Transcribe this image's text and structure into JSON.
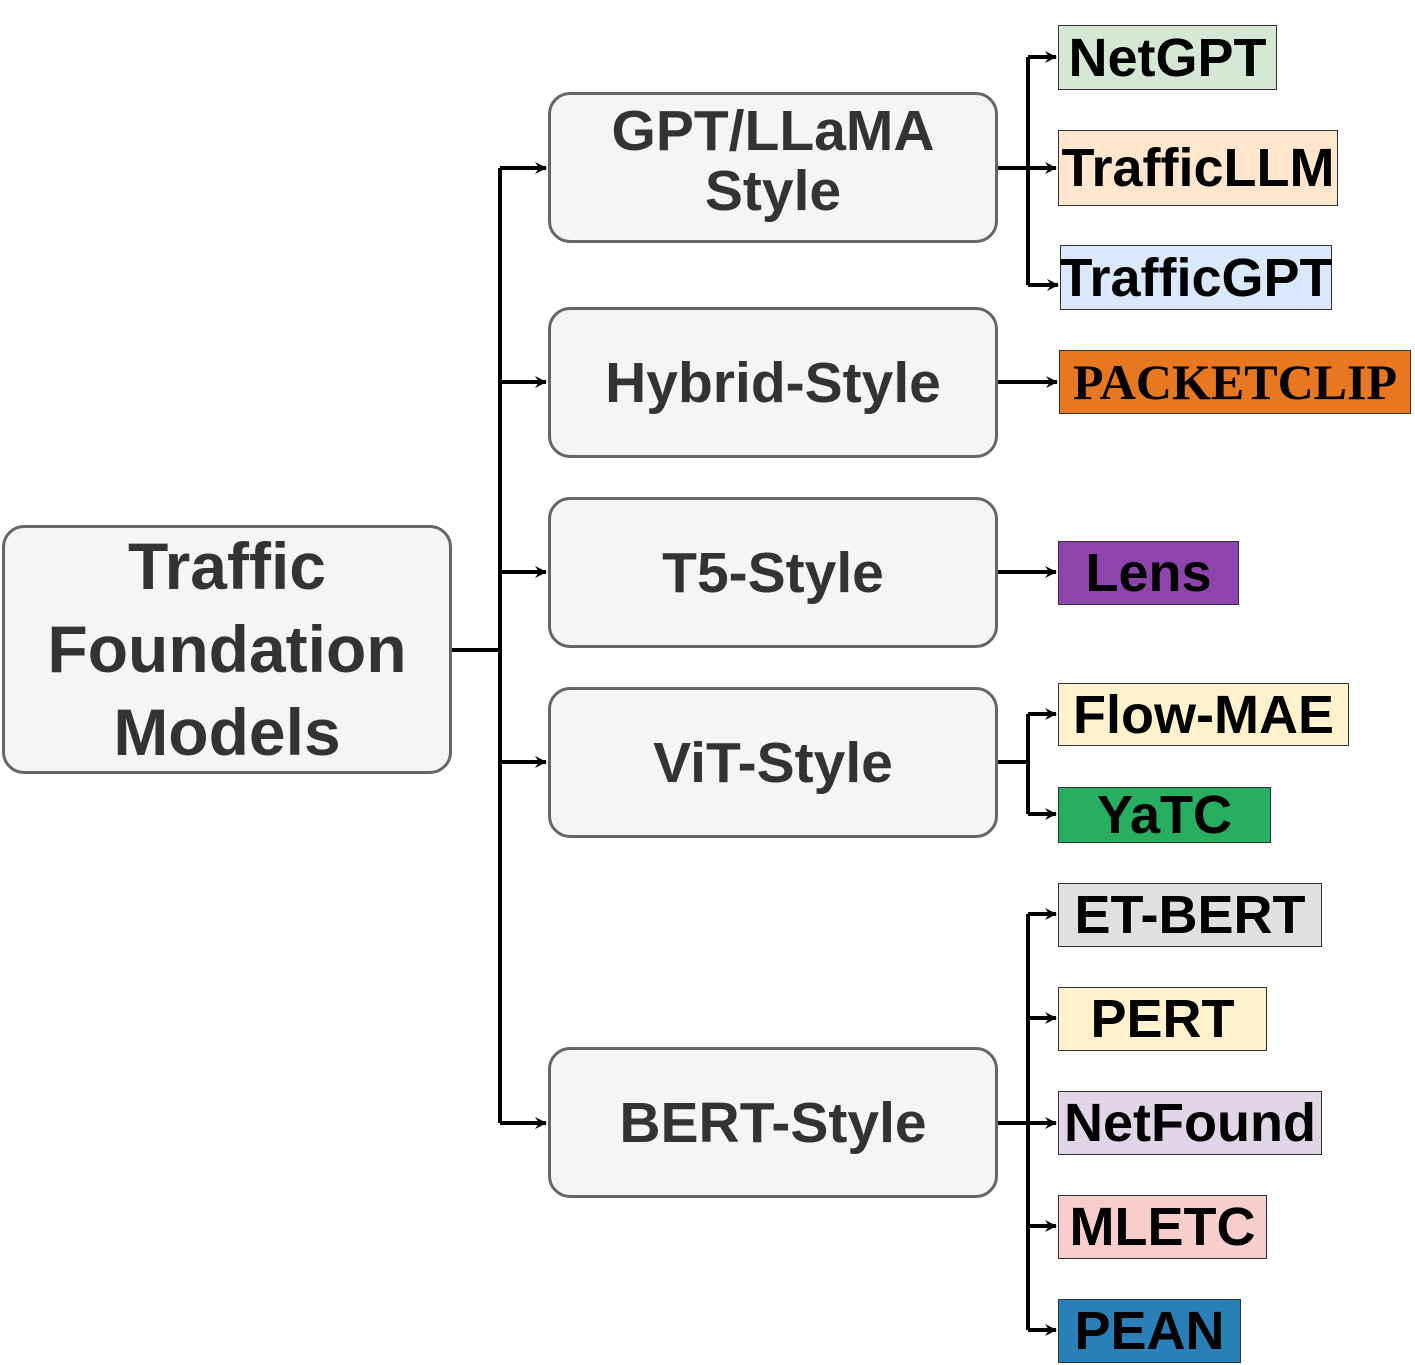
{
  "root": {
    "label": "Traffic\nFoundation\nModels"
  },
  "categories": [
    {
      "label": "GPT/LLaMA\nStyle"
    },
    {
      "label": "Hybrid-Style"
    },
    {
      "label": "T5-Style"
    },
    {
      "label": "ViT-Style"
    },
    {
      "label": "BERT-Style"
    }
  ],
  "leaves": [
    {
      "label": "NetGPT",
      "fill": "#d5e8d4"
    },
    {
      "label": "TrafficLLM",
      "fill": "#ffe6cc"
    },
    {
      "label": "TrafficGPT",
      "fill": "#dae8fc"
    },
    {
      "label": "PACKETCLIP",
      "fill": "#e87722"
    },
    {
      "label": "Lens",
      "fill": "#8e44ad"
    },
    {
      "label": "Flow-MAE",
      "fill": "#fff2cc"
    },
    {
      "label": "YaTC",
      "fill": "#27ae60"
    },
    {
      "label": "ET-BERT",
      "fill": "#e0e0e0"
    },
    {
      "label": "PERT",
      "fill": "#fff2cc"
    },
    {
      "label": "NetFound",
      "fill": "#e1d5e7"
    },
    {
      "label": "MLETC",
      "fill": "#f8cecc"
    },
    {
      "label": "PEAN",
      "fill": "#2980b9"
    }
  ]
}
